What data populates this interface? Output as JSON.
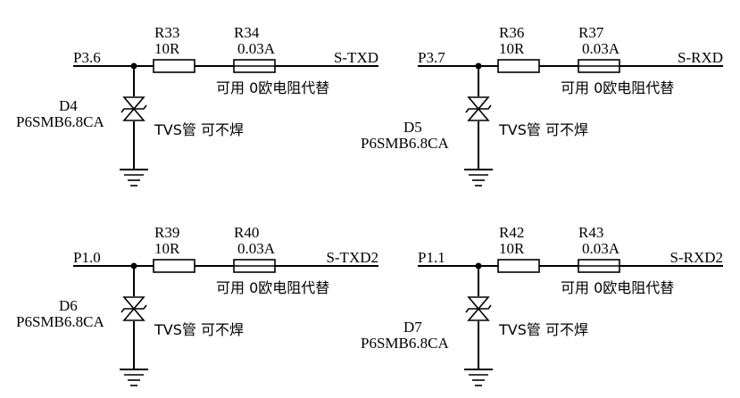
{
  "circuits": [
    {
      "port": "P3.6",
      "signal": "S-TXD",
      "resistor": {
        "ref": "R33",
        "value": "10R"
      },
      "fuse": {
        "ref": "R34",
        "value": "0.03A"
      },
      "fuse_note": "可用 0欧电阻代替",
      "tvs": {
        "ref": "D4",
        "part": "P6SMB6.8CA"
      },
      "tvs_note": "TVS管 可不焊"
    },
    {
      "port": "P3.7",
      "signal": "S-RXD",
      "resistor": {
        "ref": "R36",
        "value": "10R"
      },
      "fuse": {
        "ref": "R37",
        "value": "0.03A"
      },
      "fuse_note": "可用 0欧电阻代替",
      "tvs": {
        "ref": "D5",
        "part": "P6SMB6.8CA"
      },
      "tvs_note": "TVS管 可不焊"
    },
    {
      "port": "P1.0",
      "signal": "S-TXD2",
      "resistor": {
        "ref": "R39",
        "value": "10R"
      },
      "fuse": {
        "ref": "R40",
        "value": "0.03A"
      },
      "fuse_note": "可用 0欧电阻代替",
      "tvs": {
        "ref": "D6",
        "part": "P6SMB6.8CA"
      },
      "tvs_note": "TVS管 可不焊"
    },
    {
      "port": "P1.1",
      "signal": "S-RXD2",
      "resistor": {
        "ref": "R42",
        "value": "10R"
      },
      "fuse": {
        "ref": "R43",
        "value": "0.03A"
      },
      "fuse_note": "可用 0欧电阻代替",
      "tvs": {
        "ref": "D7",
        "part": "P6SMB6.8CA"
      },
      "tvs_note": "TVS管 可不焊"
    }
  ]
}
